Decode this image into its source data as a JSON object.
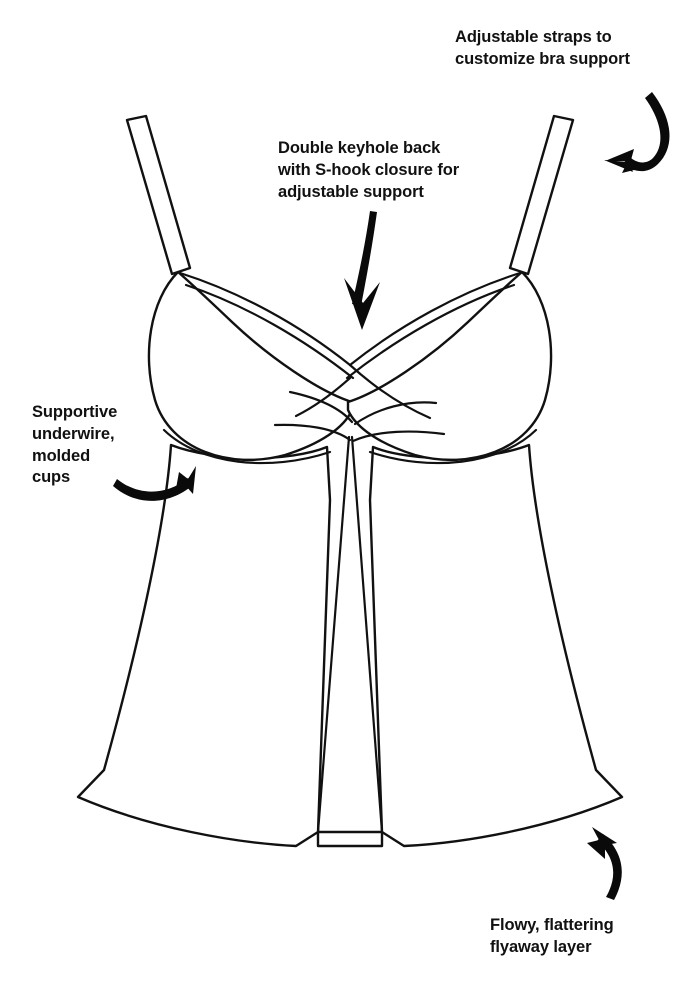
{
  "diagram": {
    "title": "Tankini swimsuit feature callout diagram",
    "subject": "flyaway tankini top, front view technical line drawing",
    "background_color": "#ffffff",
    "line_color": "#111111",
    "arrow_color": "#0a0a0a",
    "callouts": [
      {
        "id": "straps",
        "text": "Adjustable straps to\ncustomize bra support",
        "position": "top-right",
        "arrow": "curved-down-left",
        "points_to": "right shoulder strap"
      },
      {
        "id": "keyhole",
        "text": "Double keyhole back\nwith S-hook closure for\nadjustable support",
        "position": "top-center",
        "arrow": "straight-down",
        "points_to": "center front V crossover"
      },
      {
        "id": "underwire",
        "text": "Supportive\nunderwire,\nmolded\ncups",
        "position": "middle-left",
        "arrow": "curved-up-right",
        "points_to": "left bust cup underwire seam"
      },
      {
        "id": "flyaway",
        "text": "Flowy, flattering\nflyaway layer",
        "position": "bottom-right",
        "arrow": "curved-up-left",
        "points_to": "right skirt hem"
      }
    ],
    "parts": [
      "left shoulder strap",
      "right shoulder strap",
      "left molded cup",
      "right molded cup",
      "center twist gather",
      "neckline crossover band",
      "left flyaway panel",
      "right flyaway panel",
      "center front split opening",
      "inner hem panel"
    ]
  }
}
